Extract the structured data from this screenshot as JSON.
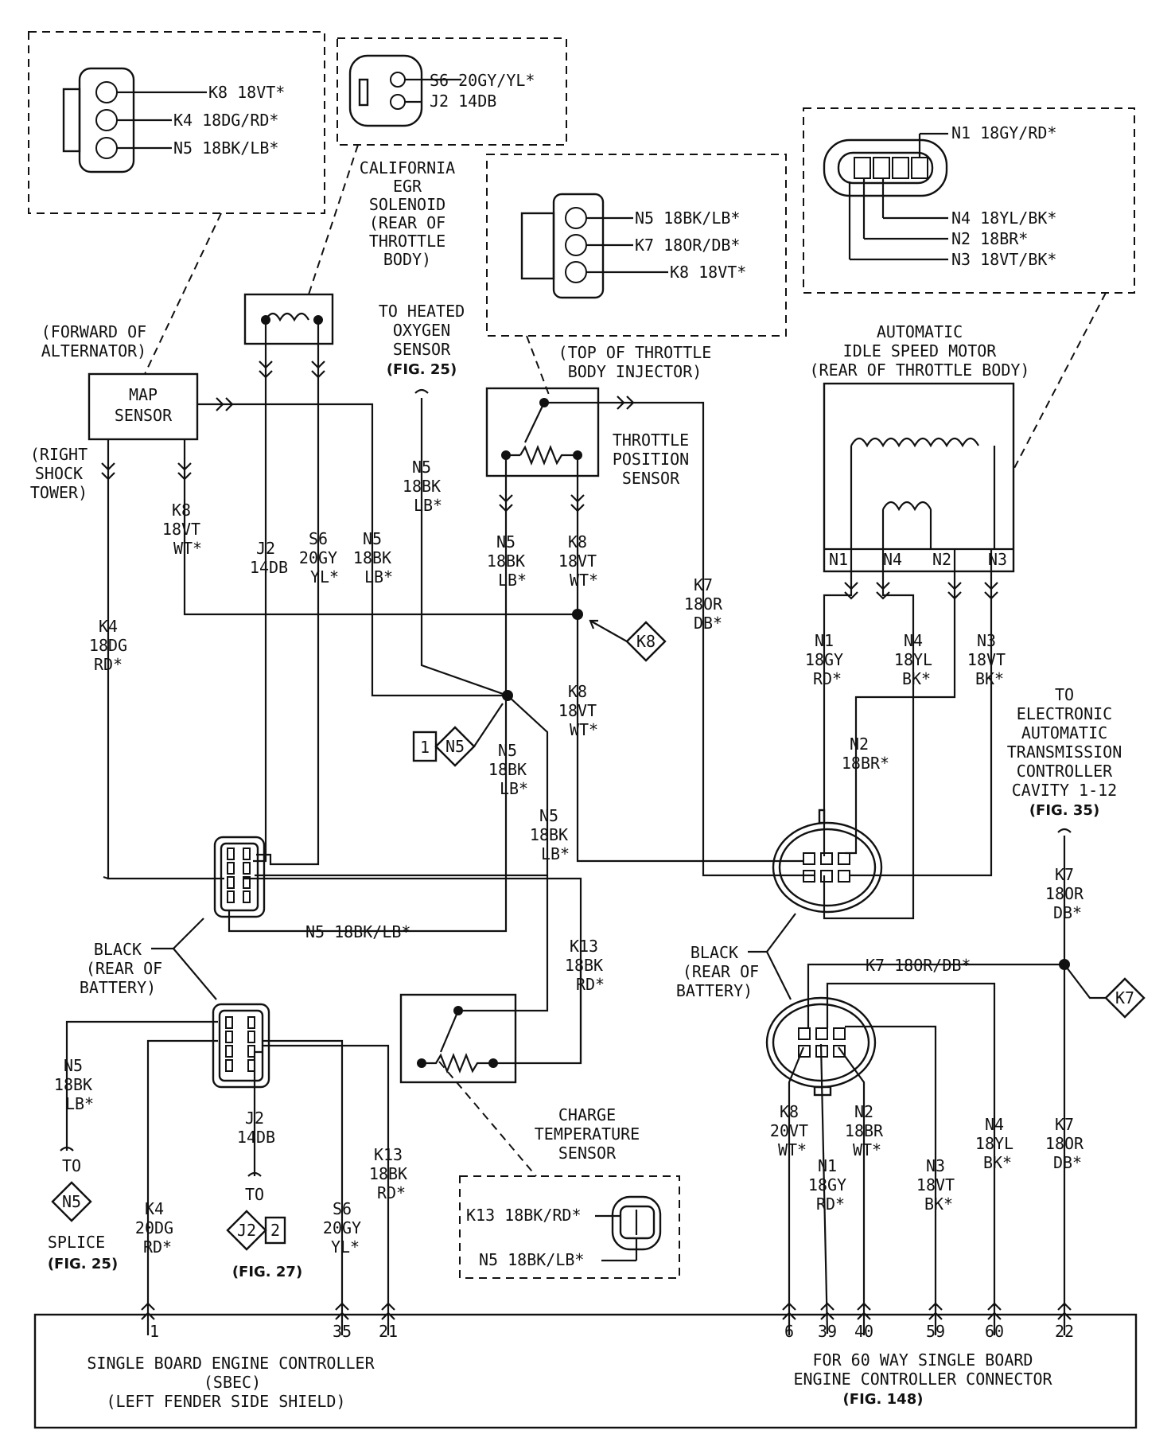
{
  "insets": {
    "map_connector": [
      "K8 18VT*",
      "K4 18DG/RD*",
      "N5 18BK/LB*"
    ],
    "egr_connector": [
      "S6 20GY/YL*",
      "J2 14DB"
    ],
    "tps_connector": [
      "N5 18BK/LB*",
      "K7 18OR/DB*",
      "K8 18VT*"
    ],
    "ais_connector": [
      "N1 18GY/RD*",
      "N4 18YL/BK*",
      "N2 18BR*",
      "N3 18VT/BK*"
    ],
    "cts_connector": [
      "K13 18BK/RD*",
      "N5 18BK/LB*"
    ]
  },
  "components": {
    "egr_caption": [
      "CALIFORNIA",
      "EGR",
      "SOLENOID",
      "(REAR OF",
      "THROTTLE",
      "BODY)"
    ],
    "map_location": [
      "(FORWARD OF",
      "ALTERNATOR)"
    ],
    "map_name": [
      "MAP",
      "SENSOR"
    ],
    "shock_tower": [
      "(RIGHT",
      "SHOCK",
      "TOWER)"
    ],
    "o2_caption": [
      "TO HEATED",
      "OXYGEN",
      "SENSOR"
    ],
    "o2_ref": "(FIG. 25)",
    "tps_location": [
      "(TOP OF THROTTLE",
      "BODY INJECTOR)"
    ],
    "tps_name": [
      "THROTTLE",
      "POSITION",
      "SENSOR"
    ],
    "ais_caption": [
      "AUTOMATIC",
      "IDLE SPEED MOTOR",
      "(REAR OF THROTTLE BODY)"
    ],
    "ais_pins": [
      "N1",
      "N4",
      "N2",
      "N3"
    ],
    "trans_caption": [
      "TO",
      "ELECTRONIC",
      "AUTOMATIC",
      "TRANSMISSION",
      "CONTROLLER",
      "CAVITY 1-12"
    ],
    "trans_ref": "(FIG. 35)",
    "black_left": [
      "BLACK",
      "(REAR OF",
      "BATTERY)"
    ],
    "black_right": [
      "BLACK",
      "(REAR OF",
      "BATTERY)"
    ],
    "cts_name": [
      "CHARGE",
      "TEMPERATURE",
      "SENSOR"
    ],
    "splice_n5": [
      "TO",
      "SPLICE"
    ],
    "splice_ref": "(FIG. 25)",
    "splice_j2": "TO",
    "j2_ref": "(FIG. 27)",
    "sbec_left": [
      "SINGLE BOARD ENGINE CONTROLLER",
      "(SBEC)",
      "(LEFT FENDER SIDE SHIELD)"
    ],
    "sbec_right": [
      "FOR 60 WAY SINGLE BOARD",
      "ENGINE CONTROLLER CONNECTOR"
    ],
    "sbec_ref": "(FIG. 148)"
  },
  "diamonds": {
    "k8": "K8",
    "n5": "N5",
    "n5_prefix": "1",
    "k7": "K7",
    "n5_splice": "N5",
    "j2": "J2",
    "j2_suffix": "2"
  },
  "wires": {
    "k4_map": [
      "K4",
      "18DG",
      "RD*"
    ],
    "k8_map": [
      "K8",
      "18VT",
      "WT*"
    ],
    "j2_egr": [
      "J2",
      "14DB"
    ],
    "s6_egr": [
      "S6",
      "20GY",
      "YL*"
    ],
    "n5_map": [
      "N5",
      "18BK",
      "LB*"
    ],
    "n5_o2": [
      "N5",
      "18BK",
      "LB*"
    ],
    "n5_tps": [
      "N5",
      "18BK",
      "LB*"
    ],
    "k8_tps": [
      "K8",
      "18VT",
      "WT*"
    ],
    "k7_tps": [
      "K7",
      "18OR",
      "DB*"
    ],
    "k8_mid": [
      "K8",
      "18VT",
      "WT*"
    ],
    "n5_mid": [
      "N5",
      "18BK",
      "LB*"
    ],
    "n5_low": [
      "N5",
      "18BK",
      "LB*"
    ],
    "n5_bottom": "N5 18BK/LB*",
    "k13": [
      "K13",
      "18BK",
      "RD*"
    ],
    "n1": [
      "N1",
      "18GY",
      "RD*"
    ],
    "n4": [
      "N4",
      "18YL",
      "BK*"
    ],
    "n3": [
      "N3",
      "18VT",
      "BK*"
    ],
    "n2": [
      "N2",
      "18BR*"
    ],
    "k7_right": [
      "K7",
      "18OR",
      "DB*"
    ],
    "k7_horiz": "K7 18OR/DB*",
    "n5_left": [
      "N5",
      "18BK",
      "LB*"
    ],
    "k4_sbec": [
      "K4",
      "20DG",
      "RD*"
    ],
    "j2_sbec": [
      "J2",
      "14DB"
    ],
    "s6_sbec": [
      "S6",
      "20GY",
      "YL*"
    ],
    "k13_sbec": [
      "K13",
      "18BK",
      "RD*"
    ],
    "k8_sbec": [
      "K8",
      "20VT",
      "WT*"
    ],
    "n1_sbec": [
      "N1",
      "18GY",
      "RD*"
    ],
    "n2_sbec": [
      "N2",
      "18BR",
      "WT*"
    ],
    "n3_sbec": [
      "N3",
      "18VT",
      "BK*"
    ],
    "n4_sbec": [
      "N4",
      "18YL",
      "BK*"
    ],
    "k7_sbec": [
      "K7",
      "18OR",
      "DB*"
    ]
  },
  "cavities": [
    "1",
    "35",
    "21",
    "6",
    "39",
    "40",
    "59",
    "60",
    "22"
  ]
}
